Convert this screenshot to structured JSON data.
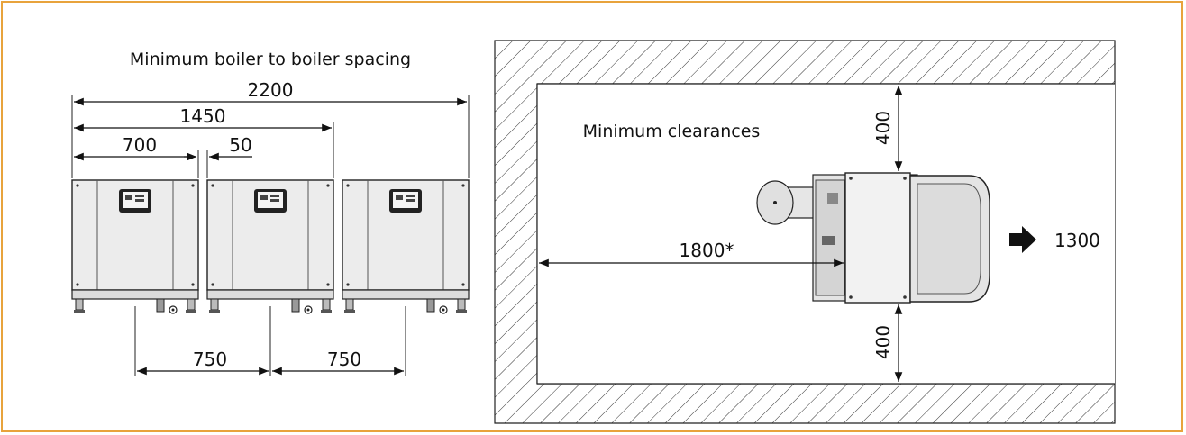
{
  "left_panel": {
    "title": "Minimum boiler to boiler spacing",
    "dim_total": "2200",
    "dim_two_units": "1450",
    "dim_unit_width": "700",
    "dim_gap": "50",
    "dim_pitch_1": "750",
    "dim_pitch_2": "750"
  },
  "right_panel": {
    "title": "Minimum clearances",
    "dim_top": "400",
    "dim_bottom": "400",
    "dim_rear": "1800*",
    "dim_front": "1300"
  },
  "colors": {
    "border": "#e8a33c",
    "line": "#111111",
    "boiler_fill": "#e9e9e9",
    "boiler_dark": "#c9c9c9"
  }
}
